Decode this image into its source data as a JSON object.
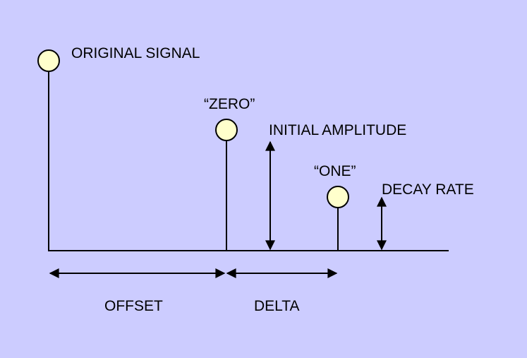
{
  "labels": {
    "original_signal": "ORIGINAL SIGNAL",
    "zero": "“ZERO”",
    "one": "“ONE”",
    "initial_amplitude": "INITIAL AMPLITUDE",
    "decay_rate": "DECAY RATE",
    "offset": "OFFSET",
    "delta": "DELTA"
  },
  "colors": {
    "background": "#ccccff",
    "node_fill": "#ffffcc",
    "line": "#000000"
  }
}
